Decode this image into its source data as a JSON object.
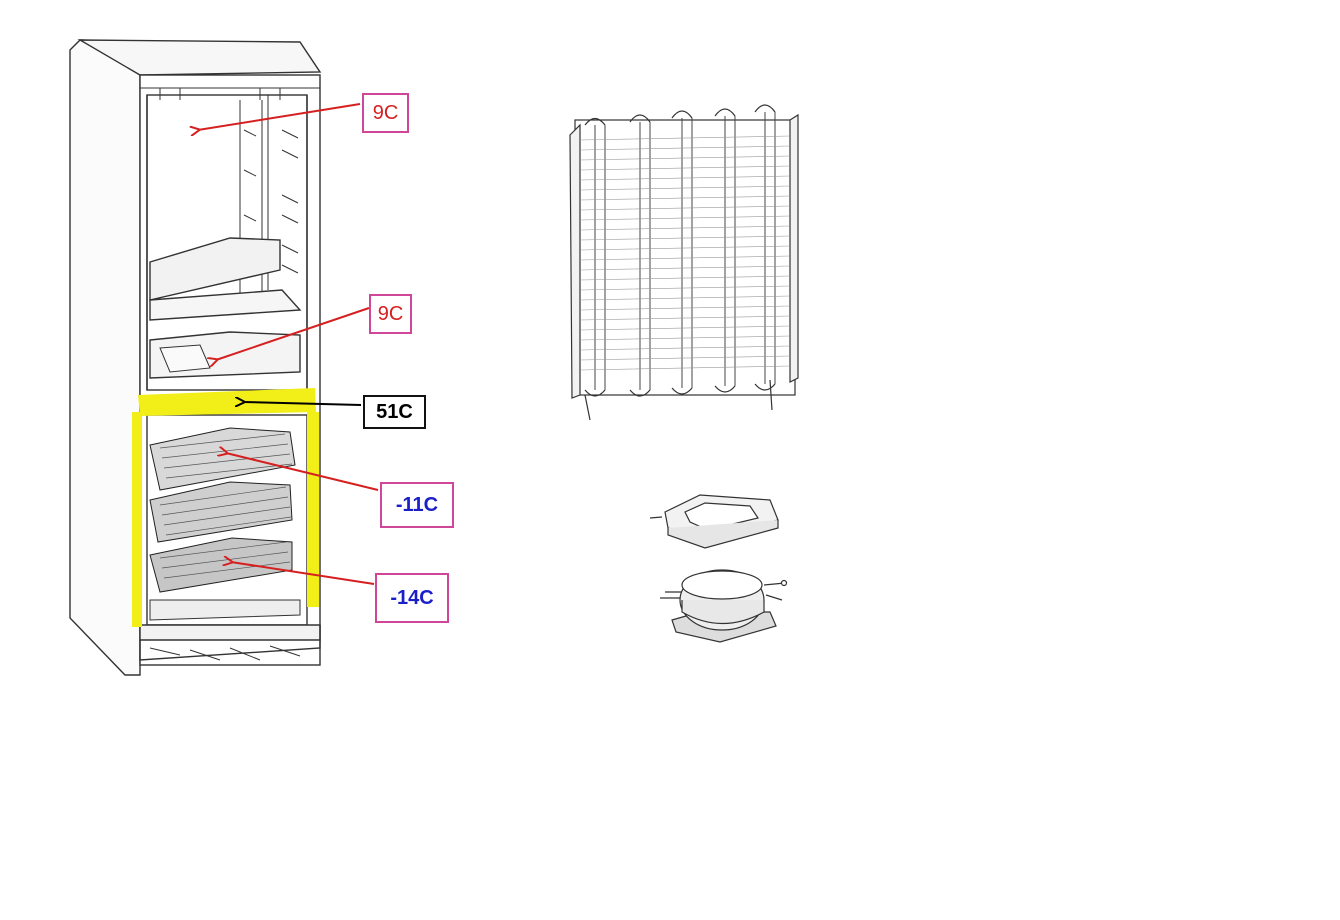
{
  "labels": {
    "fridge_top": "9C",
    "fridge_bottom": "9C",
    "divider": "51C",
    "freezer_upper": "-11C",
    "freezer_lower": "-14C"
  },
  "colors": {
    "warm_text": "#d62020",
    "cold_text": "#1a1fc8",
    "divider_text": "#000000",
    "label_border": "#d0479a",
    "warm_arrow": "#d62020",
    "divider_arrow": "#000000",
    "heat_highlight": "#f2ee18"
  },
  "parts": {
    "cabinet": "fridge-cabinet",
    "condenser": "condenser-coil",
    "compressor": "compressor",
    "mount": "compressor-mount"
  }
}
